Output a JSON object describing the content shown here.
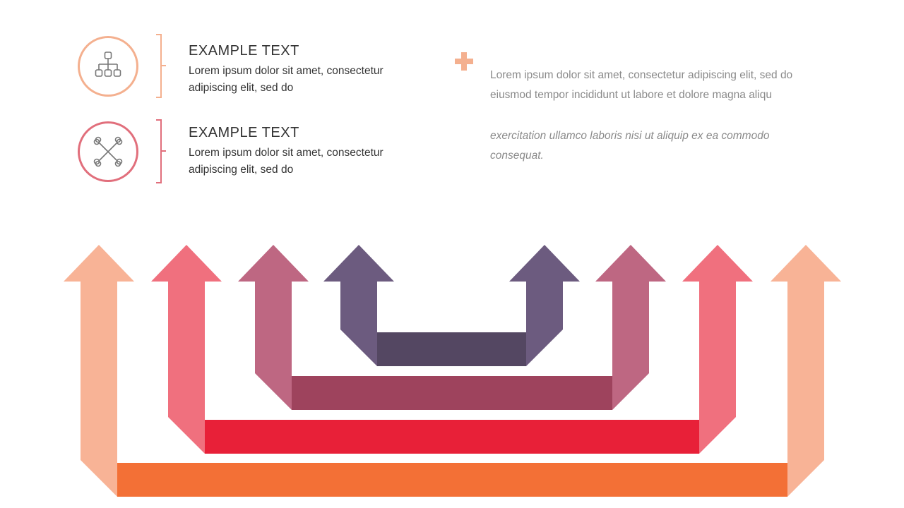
{
  "items": [
    {
      "title": "EXAMPLE TEXT",
      "body": "Lorem ipsum dolor sit amet, consectetur adipiscing elit, sed do",
      "icon": "org-chart-icon",
      "color": "#f4b08f"
    },
    {
      "title": "EXAMPLE TEXT",
      "body": "Lorem ipsum dolor sit amet, consectetur adipiscing elit, sed do",
      "icon": "crossed-bones-icon",
      "color": "#e16f7c"
    }
  ],
  "right": {
    "paragraph": "Lorem ipsum dolor sit amet, consectetur adipiscing elit, sed do eiusmod tempor incididunt ut labore et dolore magna aliqu",
    "italic": "exercitation ullamco laboris nisi ut aliquip ex ea commodo consequat.",
    "plus_icon": "plus-icon",
    "plus_color": "#f4b08f"
  },
  "diagram": {
    "levels": [
      {
        "arrow_color": "#f8b396",
        "bar_color": "#f37036"
      },
      {
        "arrow_color": "#f0707e",
        "bar_color": "#e82038"
      },
      {
        "arrow_color": "#be6782",
        "bar_color": "#9e435d"
      },
      {
        "arrow_color": "#6c5b7f",
        "bar_color": "#544762"
      }
    ]
  }
}
